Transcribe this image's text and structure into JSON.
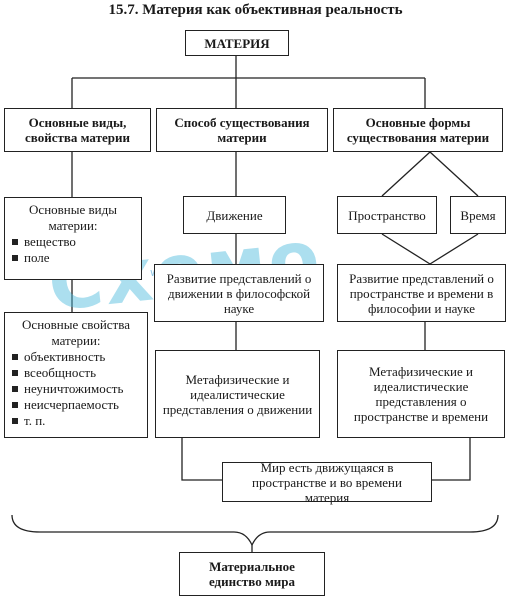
{
  "title": "15.7. Материя как объективная реальность",
  "nodes": {
    "materia": "МАТЕРИЯ",
    "vidy_header": "Основные виды, свойства материи",
    "sposob_header": "Способ существования материи",
    "formy_header": "Основные формы существования материи",
    "vidy_list": {
      "heading": "Основные виды материи:",
      "items": [
        "вещество",
        "поле"
      ]
    },
    "svoystva_list": {
      "heading": "Основные свойства материи:",
      "items": [
        "объективность",
        "всеобщность",
        "неуничтожимость",
        "неисчерпаемость",
        "т. п."
      ]
    },
    "dvizhenie": "Движение",
    "prostranstvo": "Пространство",
    "vremya": "Время",
    "razvitie_dvizh": "Развитие представлений о движении в философской науке",
    "razvitie_prostr": "Развитие представлений о пространстве и времени в философии и науке",
    "metafiz_dvizh": "Метафизические и идеалистические представления о движении",
    "metafiz_prostr": "Метафизические и идеалистические представления о пространстве и времени",
    "mir": "Мир есть движущаяся в пространстве и во времени материя",
    "edinstvo": "Материальное единство мира"
  },
  "watermark": {
    "text": "Схемо",
    "site": "www.schemo.ru",
    "color": "#46b9dc"
  }
}
